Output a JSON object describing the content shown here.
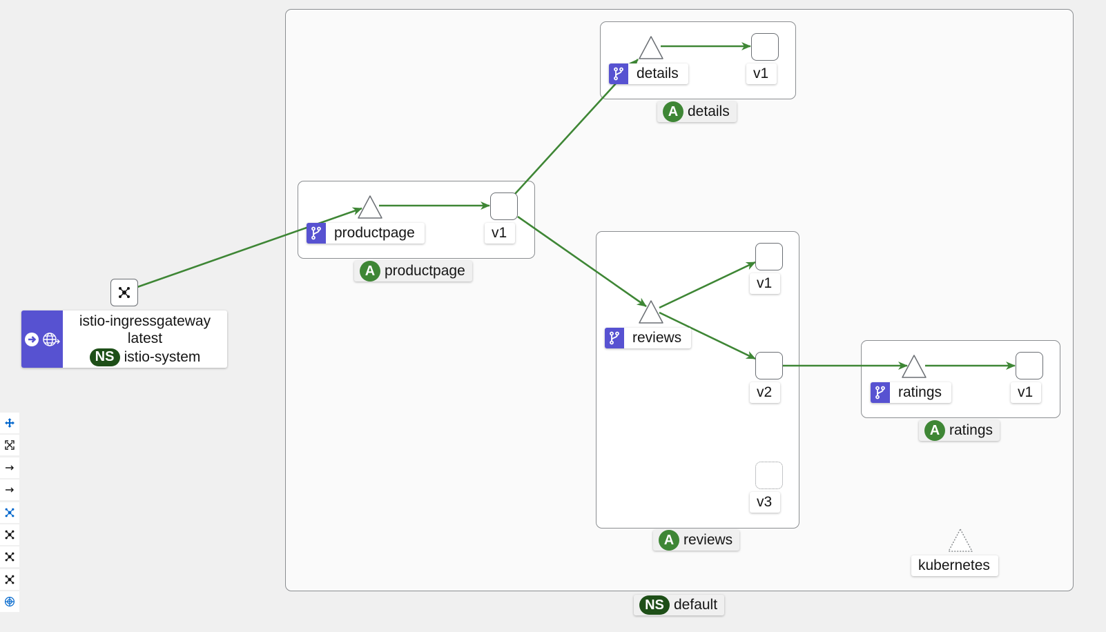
{
  "namespace_box": {
    "badge": "NS",
    "label": "default"
  },
  "gateway": {
    "name": "istio-ingressgateway",
    "version": "latest",
    "ns_badge": "NS",
    "namespace": "istio-system",
    "icons": [
      "arrow-right-circle-icon",
      "globe-icon"
    ],
    "node_icon": "topology-icon"
  },
  "apps": {
    "productpage": {
      "badge": "A",
      "label": "productpage",
      "service": "productpage",
      "workloads": [
        "v1"
      ]
    },
    "details": {
      "badge": "A",
      "label": "details",
      "service": "details",
      "workloads": [
        "v1"
      ]
    },
    "reviews": {
      "badge": "A",
      "label": "reviews",
      "service": "reviews",
      "workloads": [
        "v1",
        "v2",
        "v3"
      ]
    },
    "ratings": {
      "badge": "A",
      "label": "ratings",
      "service": "ratings",
      "workloads": [
        "v1"
      ]
    }
  },
  "orphan_service": {
    "label": "kubernetes"
  },
  "toolbar": {
    "buttons": [
      "move-icon",
      "fit-icon",
      "arrow-right-icon",
      "arrow-right-icon",
      "layout-default-icon",
      "layout-1-icon",
      "layout-2-icon",
      "layout-3-icon",
      "namespace-layout-icon"
    ]
  },
  "colors": {
    "edge": "#3e8635",
    "app_badge": "#3e8635",
    "ns_badge": "#1e4f18",
    "virtual_service": "#5752d1",
    "toolbar_active": "#0066cc"
  }
}
